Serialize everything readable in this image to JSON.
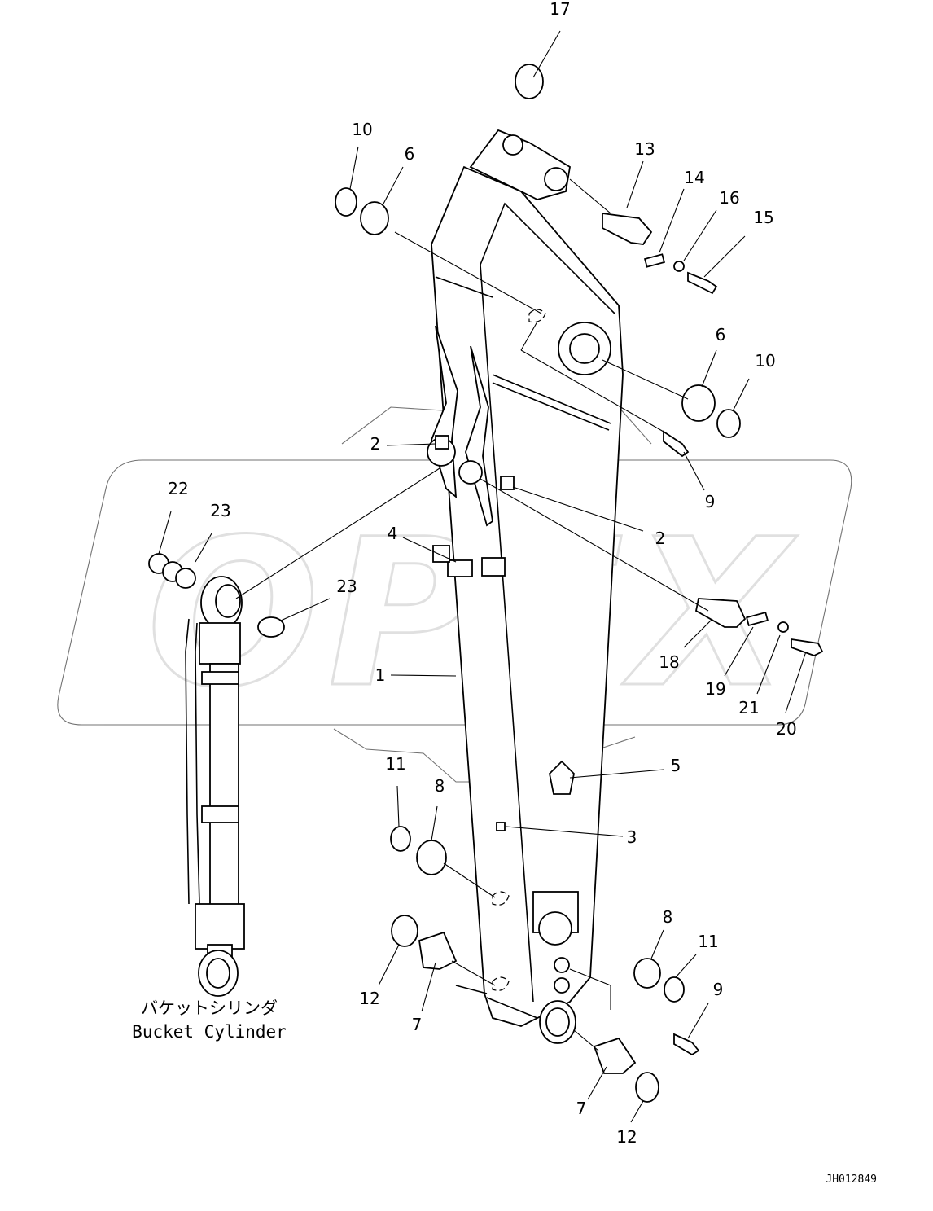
{
  "diagram": {
    "callouts": [
      {
        "id": "c17",
        "text": "17"
      },
      {
        "id": "c10a",
        "text": "10"
      },
      {
        "id": "c6a",
        "text": "6"
      },
      {
        "id": "c13",
        "text": "13"
      },
      {
        "id": "c14",
        "text": "14"
      },
      {
        "id": "c16",
        "text": "16"
      },
      {
        "id": "c15",
        "text": "15"
      },
      {
        "id": "c6b",
        "text": "6"
      },
      {
        "id": "c10b",
        "text": "10"
      },
      {
        "id": "c2a",
        "text": "2"
      },
      {
        "id": "c9a",
        "text": "9"
      },
      {
        "id": "c22",
        "text": "22"
      },
      {
        "id": "c23a",
        "text": "23"
      },
      {
        "id": "c2b",
        "text": "2"
      },
      {
        "id": "c4",
        "text": "4"
      },
      {
        "id": "c23b",
        "text": "23"
      },
      {
        "id": "c1",
        "text": "1"
      },
      {
        "id": "c18",
        "text": "18"
      },
      {
        "id": "c19",
        "text": "19"
      },
      {
        "id": "c21",
        "text": "21"
      },
      {
        "id": "c20",
        "text": "20"
      },
      {
        "id": "c5",
        "text": "5"
      },
      {
        "id": "c11a",
        "text": "11"
      },
      {
        "id": "c8a",
        "text": "8"
      },
      {
        "id": "c3",
        "text": "3"
      },
      {
        "id": "c8b",
        "text": "8"
      },
      {
        "id": "c11b",
        "text": "11"
      },
      {
        "id": "c9b",
        "text": "9"
      },
      {
        "id": "c12a",
        "text": "12"
      },
      {
        "id": "c7a",
        "text": "7"
      },
      {
        "id": "c7b",
        "text": "7"
      },
      {
        "id": "c12b",
        "text": "12"
      }
    ],
    "caption_jp": "バケットシリンダ",
    "caption_en": "Bucket Cylinder",
    "drawing_id": "JH012849",
    "watermark": "OPEX"
  }
}
